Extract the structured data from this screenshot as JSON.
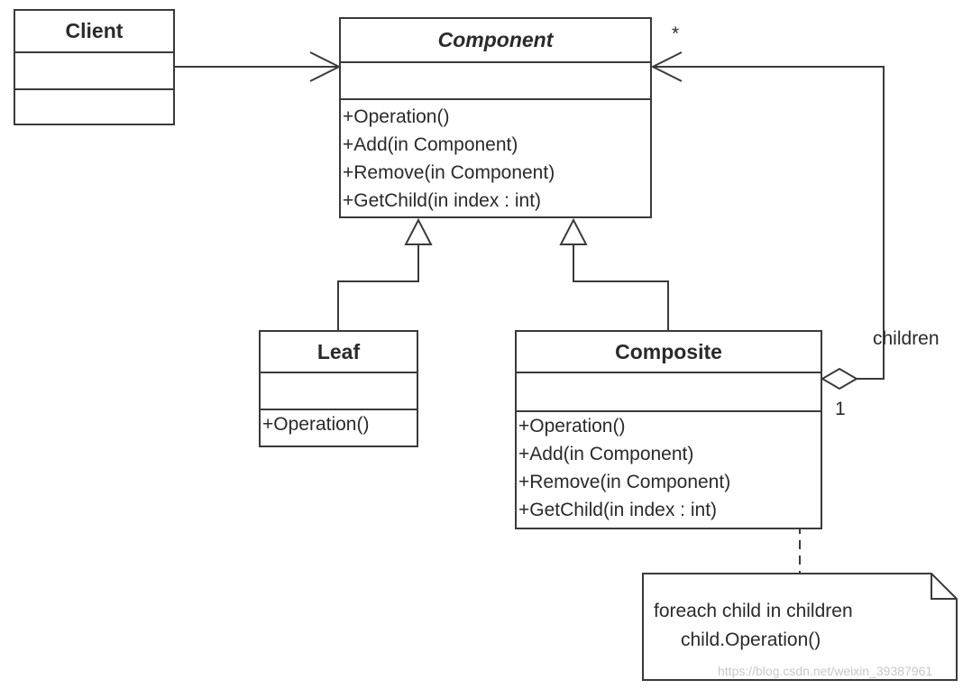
{
  "classes": {
    "client": {
      "name": "Client"
    },
    "component": {
      "name": "Component",
      "operations": [
        "+Operation()",
        "+Add(in Component)",
        "+Remove(in Component)",
        "+GetChild(in index : int)"
      ]
    },
    "leaf": {
      "name": "Leaf",
      "operations": [
        "+Operation()"
      ]
    },
    "composite": {
      "name": "Composite",
      "operations": [
        "+Operation()",
        "+Add(in Component)",
        "+Remove(in Component)",
        "+GetChild(in index : int)"
      ]
    }
  },
  "association": {
    "role": "children",
    "multiplicity_component_end": "*",
    "multiplicity_composite_end": "1"
  },
  "note": {
    "lines": [
      "foreach child in children",
      "child.Operation()"
    ]
  },
  "watermark": "https://blog.csdn.net/weixin_39387961",
  "colors": {
    "line": "#3a3a3a",
    "background": "#ffffff"
  }
}
